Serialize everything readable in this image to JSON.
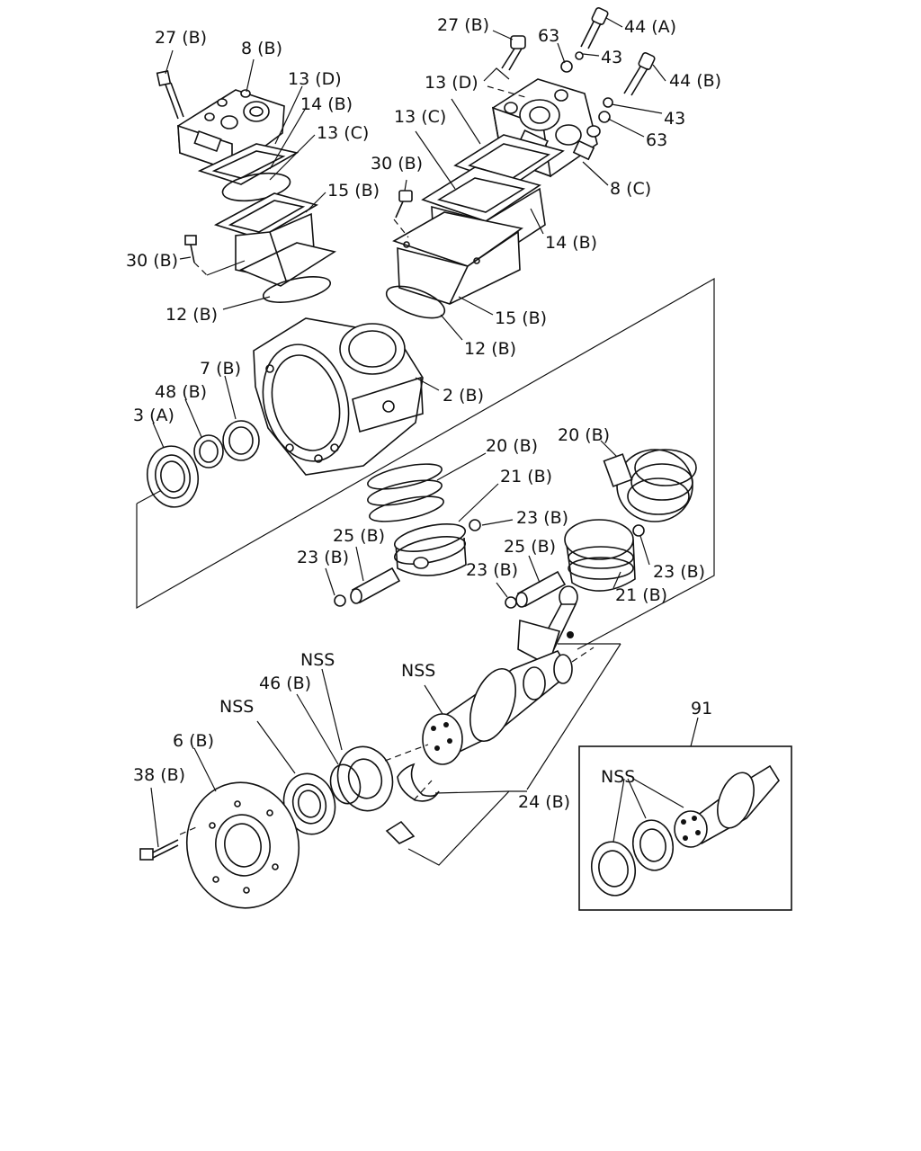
{
  "labels": {
    "l_27b_top": "27 (B)",
    "l_8b": "8 (B)",
    "l_13d_left": "13 (D)",
    "l_14b_left": "14 (B)",
    "l_13c_left": "13 (C)",
    "l_15b_left": "15 (B)",
    "l_30b_left": "30 (B)",
    "l_12b_left": "12 (B)",
    "l_27b_right": "27 (B)",
    "l_63_top": "63",
    "l_44a": "44 (A)",
    "l_43_top": "43",
    "l_44b": "44 (B)",
    "l_13d_right": "13 (D)",
    "l_43_mid": "43",
    "l_13c_right": "13 (C)",
    "l_63_mid": "63",
    "l_30b_right": "30 (B)",
    "l_8c": "8 (C)",
    "l_14b_right": "14 (B)",
    "l_15b_right": "15 (B)",
    "l_12b_right": "12 (B)",
    "l_7b": "7 (B)",
    "l_48b": "48 (B)",
    "l_3a": "3 (A)",
    "l_2b": "2 (B)",
    "l_20b_mid": "20 (B)",
    "l_20b_right": "20 (B)",
    "l_21b_mid": "21 (B)",
    "l_23b_a": "23 (B)",
    "l_25b_left": "25 (B)",
    "l_23b_left": "23 (B)",
    "l_25b_right": "25 (B)",
    "l_23b_right": "23 (B)",
    "l_23b_far": "23 (B)",
    "l_21b_right": "21 (B)",
    "l_nss_top": "NSS",
    "l_46b": "46 (B)",
    "l_nss_crank": "NSS",
    "l_nss_bearing": "NSS",
    "l_6b": "6 (B)",
    "l_38b": "38 (B)",
    "l_24b": "24 (B)",
    "l_91": "91",
    "l_nss_inset": "NSS"
  }
}
